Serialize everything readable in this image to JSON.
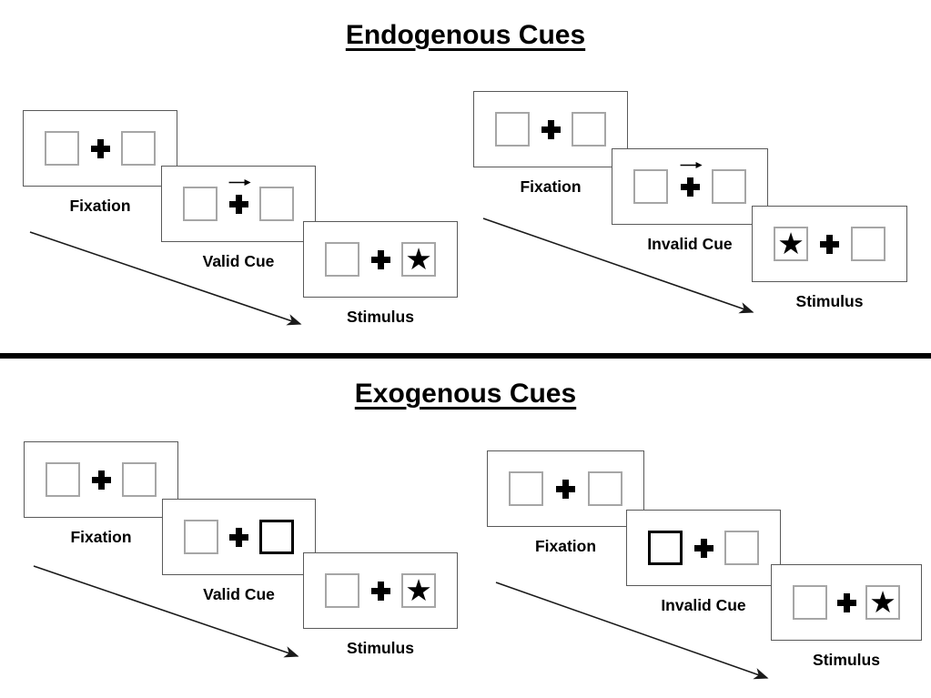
{
  "colors": {
    "panel_border": "#595959",
    "box_border": "#a6a6a6",
    "bold_box_border": "#000000",
    "ink": "#000000"
  },
  "glyphs": {
    "star": "★"
  },
  "icons": [
    "fixation-cross-icon",
    "cue-direction-arrow-icon",
    "star-icon",
    "timeline-arrow"
  ],
  "sections": [
    {
      "id": "endogenous",
      "title": "Endogenous Cues",
      "sequences": [
        {
          "id": "endogenous-valid",
          "panels": [
            {
              "label": "Fixation"
            },
            {
              "label": "Valid Cue",
              "cue_arrow": "right"
            },
            {
              "label": "Stimulus",
              "star": "right"
            }
          ]
        },
        {
          "id": "endogenous-invalid",
          "panels": [
            {
              "label": "Fixation"
            },
            {
              "label": "Invalid Cue",
              "cue_arrow": "right"
            },
            {
              "label": "Stimulus",
              "star": "left"
            }
          ]
        }
      ]
    },
    {
      "id": "exogenous",
      "title": "Exogenous Cues",
      "sequences": [
        {
          "id": "exogenous-valid",
          "panels": [
            {
              "label": "Fixation"
            },
            {
              "label": "Valid Cue",
              "bold_box": "right"
            },
            {
              "label": "Stimulus",
              "star": "right"
            }
          ]
        },
        {
          "id": "exogenous-invalid",
          "panels": [
            {
              "label": "Fixation"
            },
            {
              "label": "Invalid Cue",
              "bold_box": "left"
            },
            {
              "label": "Stimulus",
              "star": "right"
            }
          ]
        }
      ]
    }
  ]
}
